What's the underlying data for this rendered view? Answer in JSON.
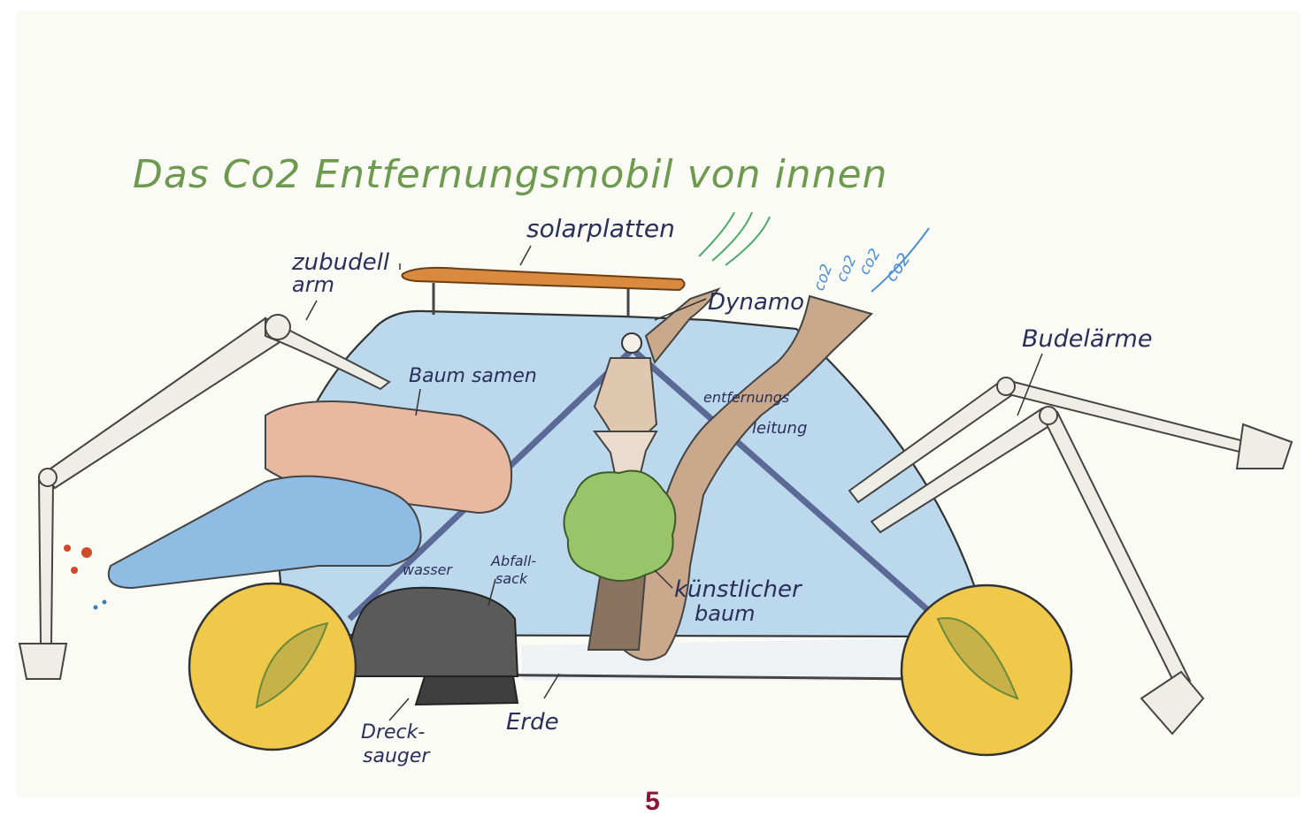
{
  "title": "Das Co2 Entfernungsmobil von innen",
  "labels": {
    "solarplatten": "solarplatten",
    "zubuddel_arm_1": "zubudell",
    "zubuddel_arm_2": "arm",
    "dynamo": "Dynamo",
    "budelarme": "Budelärme",
    "baumsamen": "Baum samen",
    "entfernungsleitung_1": "entfernungs",
    "entfernungsleitung_2": "leitung",
    "wasser": "wasser",
    "abfallsack_1": "Abfall-",
    "abfallsack_2": "sack",
    "kunstlicher_1": "künstlicher",
    "kunstlicher_2": "baum",
    "erde": "Erde",
    "drecksauger_1": "Dreck-",
    "drecksauger_2": "sauger",
    "co2_1": "co2",
    "co2_2": "co2",
    "co2_3": "co2",
    "co2_4": "co2"
  },
  "page_number": "5",
  "colors": {
    "title": "#6d9a4e",
    "page_number": "#8a1538",
    "body_blue": "#bcd8ec",
    "wheel_yellow": "#f0c84a",
    "tree_green": "#98c46a",
    "solar_orange": "#d98a3e",
    "soil_gray": "#5a5a5a",
    "seed_pod": "#e8b9a0",
    "co2_blue": "#4a8fd6",
    "oxygen_green": "#4daa6a"
  }
}
